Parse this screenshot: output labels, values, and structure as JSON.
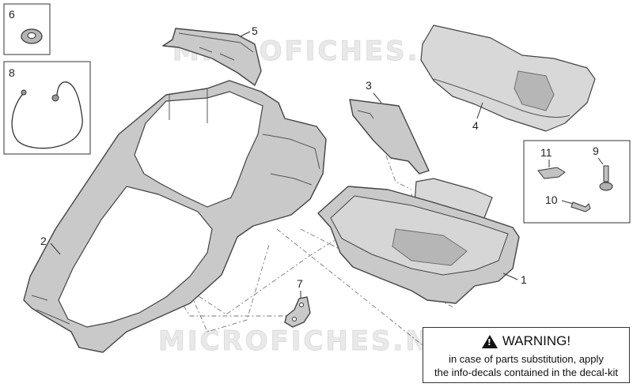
{
  "watermark": "MICROFICHES.NET",
  "callouts": {
    "c1": "1",
    "c2": "2",
    "c3": "3",
    "c4": "4",
    "c5": "5",
    "c6": "6",
    "c7": "7",
    "c8": "8",
    "c9": "9",
    "c10": "10",
    "c11": "11"
  },
  "warning": {
    "icon": "warning-triangle-icon",
    "icon_glyph": "!",
    "title": "WARNING!",
    "line1": "in case of parts substitution, apply",
    "line2": "the info-decals contained in the decal-kit"
  }
}
